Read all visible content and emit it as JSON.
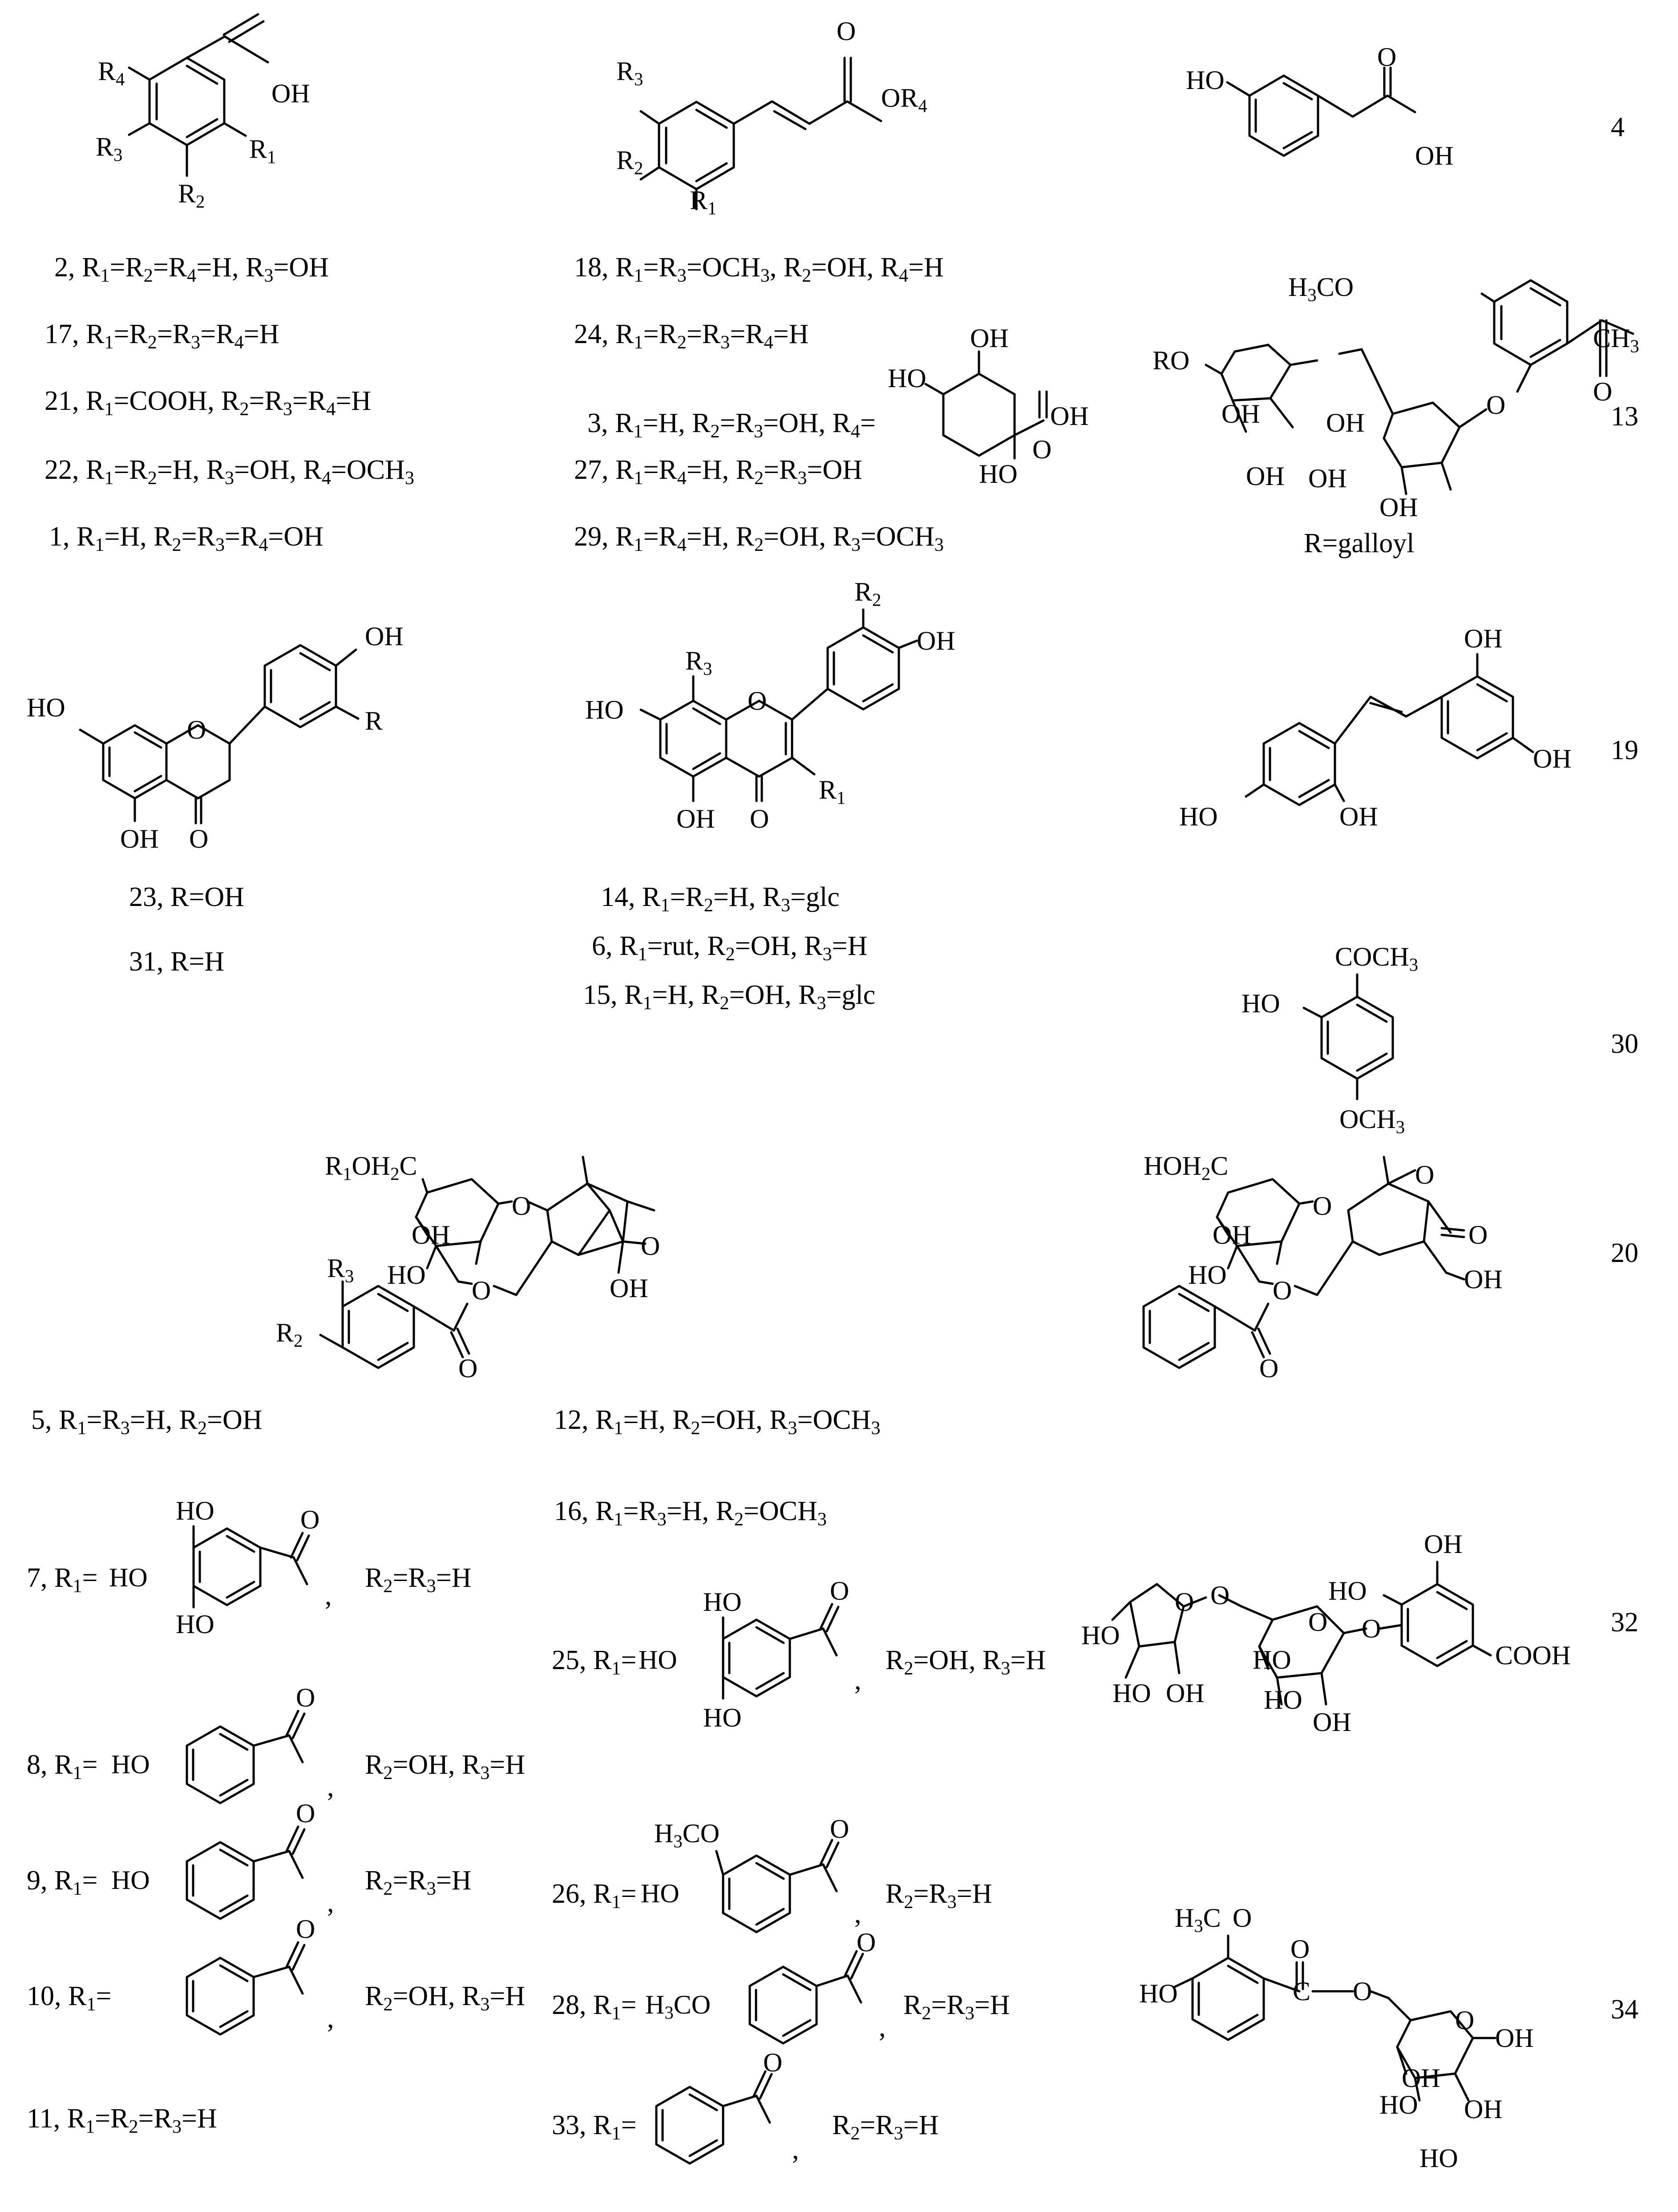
{
  "benzoic": {
    "labels": {
      "r4": "R<sub>4</sub>",
      "oh": "OH",
      "r3": "R<sub>3</sub>",
      "r1": "R<sub>1</sub>",
      "r2": "R<sub>2</sub>"
    },
    "variants": [
      "2, R<sub>1</sub>=R<sub>2</sub>=R<sub>4</sub>=H, R<sub>3</sub>=OH",
      "17, R<sub>1</sub>=R<sub>2</sub>=R<sub>3</sub>=R<sub>4</sub>=H",
      "21, R<sub>1</sub>=COOH, R<sub>2</sub>=R<sub>3</sub>=R<sub>4</sub>=H",
      "22, R<sub>1</sub>=R<sub>2</sub>=H, R<sub>3</sub>=OH, R<sub>4</sub>=OCH<sub>3</sub>",
      "1, R<sub>1</sub>=H, R<sub>2</sub>=R<sub>3</sub>=R<sub>4</sub>=OH"
    ]
  },
  "cinnamic": {
    "labels": {
      "r3": "R<sub>3</sub>",
      "r2": "R<sub>2</sub>",
      "r1": "R<sub>1</sub>",
      "o": "O",
      "or4": "OR<sub>4</sub>"
    },
    "variants": [
      "18, R<sub>1</sub>=R<sub>3</sub>=OCH<sub>3</sub>, R<sub>2</sub>=OH, R<sub>4</sub>=H",
      "24, R<sub>1</sub>=R<sub>2</sub>=R<sub>3</sub>=R<sub>4</sub>=H",
      "3, R<sub>1</sub>=H, R<sub>2</sub>=R<sub>3</sub>=OH, R<sub>4</sub>=",
      "27, R<sub>1</sub>=R<sub>4</sub>=H, R<sub>2</sub>=R<sub>3</sub>=OH",
      "29, R<sub>1</sub>=R<sub>4</sub>=H, R<sub>2</sub>=OH, R<sub>3</sub>=OCH<sub>3</sub>"
    ],
    "quinic_labels": {
      "oh1": "OH",
      "ho": "HO",
      "oh2": "OH",
      "o": "O",
      "ho2": "HO"
    }
  },
  "compound4": {
    "number": "4",
    "ho": "HO",
    "o": "O",
    "oh": "OH"
  },
  "compound13": {
    "number": "13",
    "h3co": "H<sub>3</sub>CO",
    "ch3": "CH<sub>3</sub>",
    "o": "O",
    "ro": "RO",
    "oh": "OH",
    "caption": "R=galloyl"
  },
  "flavanone": {
    "labels": {
      "oh": "OH",
      "ho": "HO",
      "o": "O",
      "r": "R"
    },
    "variants": [
      "23, R=OH",
      "31, R=H"
    ]
  },
  "flavone": {
    "labels": {
      "r2": "R<sub>2</sub>",
      "r3": "R<sub>3</sub>",
      "oh": "OH",
      "ho": "HO",
      "o": "O",
      "r1": "R<sub>1</sub>"
    },
    "variants": [
      "14, R<sub>1</sub>=R<sub>2</sub>=H, R<sub>3</sub>=glc",
      "6, R<sub>1</sub>=rut, R<sub>2</sub>=OH, R<sub>3</sub>=H",
      "15, R<sub>1</sub>=H, R<sub>2</sub>=OH, R<sub>3</sub>=glc"
    ]
  },
  "compound19": {
    "number": "19",
    "oh": "OH",
    "ho": "HO"
  },
  "compound30": {
    "number": "30",
    "coch3": "COCH<sub>3</sub>",
    "ho": "HO",
    "och3": "OCH<sub>3</sub>"
  },
  "paeoniflorin": {
    "labels": {
      "r1oh2c": "R<sub>1</sub>OH<sub>2</sub>C",
      "oh": "OH",
      "ho": "HO",
      "o": "O",
      "r3": "R<sub>3</sub>",
      "r2": "R<sub>2</sub>"
    },
    "variants": [
      "5, R<sub>1</sub>=R<sub>3</sub>=H, R<sub>2</sub>=OH",
      "12, R<sub>1</sub>=H, R<sub>2</sub>=OH, R<sub>3</sub>=OCH<sub>3</sub>",
      "16, R<sub>1</sub>=R<sub>3</sub>=H, R<sub>2</sub>=OCH<sub>3</sub>"
    ]
  },
  "compound20": {
    "number": "20",
    "hoh2c": "HOH<sub>2</sub>C",
    "oh": "OH",
    "ho": "HO",
    "o": "O"
  },
  "acyl_substituents": [
    {
      "prefix": "7, R<sub>1</sub>=",
      "ho": "HO",
      "o": "O",
      "suffix": "R<sub>2</sub>=R<sub>3</sub>=H"
    },
    {
      "prefix": "8, R<sub>1</sub>=",
      "ho": "HO",
      "o": "O",
      "suffix": "R<sub>2</sub>=OH, R<sub>3</sub>=H"
    },
    {
      "prefix": "9, R<sub>1</sub>=",
      "ho": "HO",
      "o": "O",
      "suffix": "R<sub>2</sub>=R<sub>3</sub>=H"
    },
    {
      "prefix": "10, R<sub>1</sub>=",
      "o": "O",
      "suffix": "R<sub>2</sub>=OH, R<sub>3</sub>=H"
    },
    {
      "prefix": "11, R<sub>1</sub>=R<sub>2</sub>=R<sub>3</sub>=H"
    },
    {
      "prefix": "25, R<sub>1</sub>=",
      "ho": "HO",
      "o": "O",
      "suffix": "R<sub>2</sub>=OH, R<sub>3</sub>=H"
    },
    {
      "prefix": "26, R<sub>1</sub>=",
      "ho": "HO",
      "h3co": "H<sub>3</sub>CO",
      "o": "O",
      "suffix": "R<sub>2</sub>=R<sub>3</sub>=H"
    },
    {
      "prefix": "28, R<sub>1</sub>=",
      "h3co": "H<sub>3</sub>CO",
      "o": "O",
      "suffix": "R<sub>2</sub>=R<sub>3</sub>=H"
    },
    {
      "prefix": "33, R<sub>1</sub>=",
      "o": "O",
      "suffix": "R<sub>2</sub>=R<sub>3</sub>=H"
    }
  ],
  "comma": ",",
  "compound32": {
    "number": "32",
    "oh": "OH",
    "ho": "HO",
    "o": "O",
    "cooh": "COOH"
  },
  "compound34": {
    "number": "34",
    "h3co": "H<sub>3</sub>C",
    "o": "O",
    "ho": "HO",
    "oh": "OH",
    "c": "C"
  }
}
